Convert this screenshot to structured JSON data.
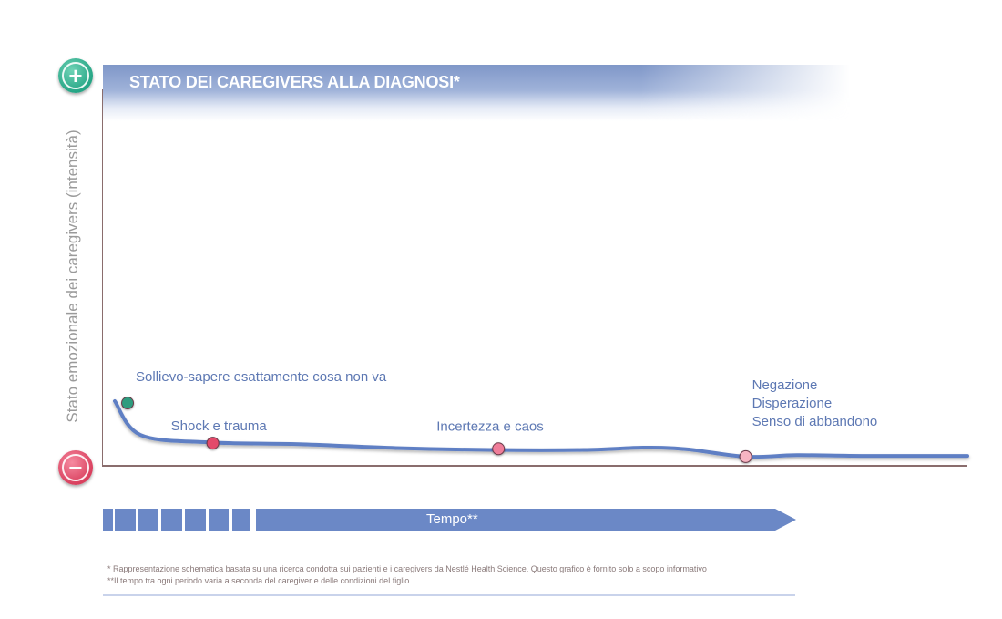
{
  "chart_data": {
    "type": "line",
    "title": "STATO DEI CAREGIVERS ALLA DIAGNOSI*",
    "xlabel": "Tempo**",
    "ylabel": "Stato emozionale dei caregivers (intensità)",
    "x_axis_values": false,
    "y_axis_values": false,
    "y_scale_symbols": {
      "top": "+",
      "bottom": "−"
    },
    "xlim": [
      0,
      100
    ],
    "ylim": [
      0,
      100
    ],
    "series": [
      {
        "x": [
          0,
          3,
          11,
          22,
          33,
          44,
          55,
          62,
          67,
          74,
          80,
          88,
          100
        ],
        "values": [
          17,
          8,
          6,
          5.5,
          4.5,
          4,
          4,
          4.6,
          4.2,
          2.2,
          2.6,
          2.4,
          2.4
        ],
        "color": "#5f7fc4"
      }
    ],
    "markers": [
      {
        "x": 1.5,
        "y": 16.5,
        "label": "Sollievo-sapere esattamente cosa non va",
        "color": "#2d9c7e"
      },
      {
        "x": 11.5,
        "y": 5.8,
        "label": "Shock e trauma",
        "color": "#e34a6a"
      },
      {
        "x": 45,
        "y": 4.3,
        "label": "Incertezza e caos",
        "color": "#ef7d99"
      },
      {
        "x": 74,
        "y": 2.2,
        "label": "Negazione\nDisperazione\nSenso di abbandono",
        "color": "#f7b4c2"
      }
    ],
    "legend": "none",
    "grid": false
  },
  "footnotes": [
    "* Rappresentazione schematica basata su una ricerca condotta sui pazienti e i caregivers da Nestlé Health Science. Questo grafico è fornito solo a scopo informativo",
    "**Il tempo tra ogni periodo varia a seconda del caregiver e delle condizioni del figlio"
  ],
  "colors": {
    "accent": "#6b88c6",
    "line": "#5f7fc4",
    "axis": "#8a6d6d"
  }
}
